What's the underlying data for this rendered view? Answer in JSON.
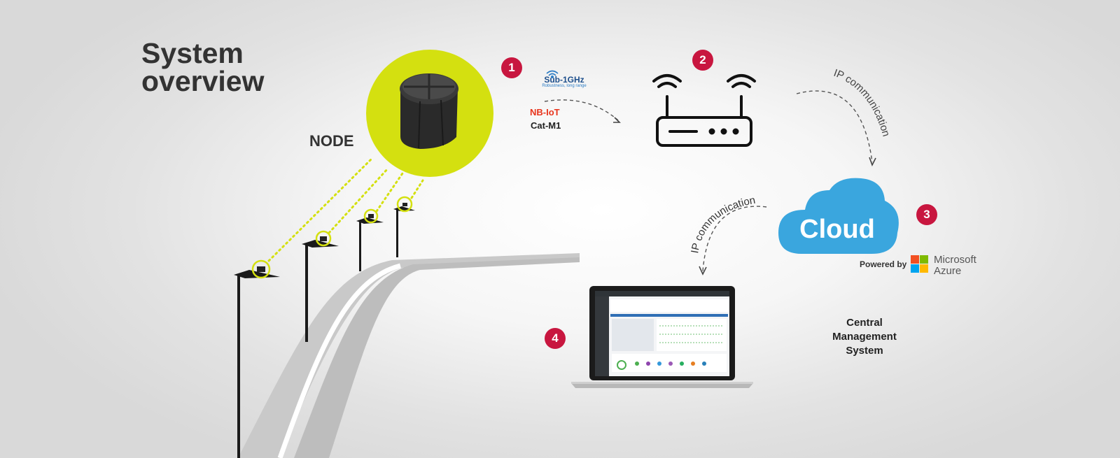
{
  "title": {
    "line1": "System",
    "line2": "overview"
  },
  "node": {
    "label": "NODE"
  },
  "steps": {
    "step1": "1",
    "step2": "2",
    "step3": "3",
    "step4": "4"
  },
  "connectivity": {
    "sub1ghz": "Sub-1GHz",
    "sub1ghz_tagline": "Robustness, long range",
    "nbiot": "NB-IoT",
    "catm1": "Cat-M1",
    "nbiot_color": "#e8341c",
    "catm1_color": "#222222"
  },
  "links": {
    "gateway_to_cloud": "IP communication",
    "cloud_to_cms": "IP communication"
  },
  "cloud": {
    "label": "Cloud",
    "color": "#3aa6de",
    "powered_by": "Powered by",
    "provider_line1": "Microsoft",
    "provider_line2": "Azure"
  },
  "cms": {
    "line1": "Central",
    "line2": "Management",
    "line3": "System"
  },
  "colors": {
    "node_highlight": "#d4e010",
    "badge": "#c8163f",
    "ms_red": "#f25022",
    "ms_green": "#7fba00",
    "ms_blue": "#00a4ef",
    "ms_yellow": "#ffb900"
  }
}
